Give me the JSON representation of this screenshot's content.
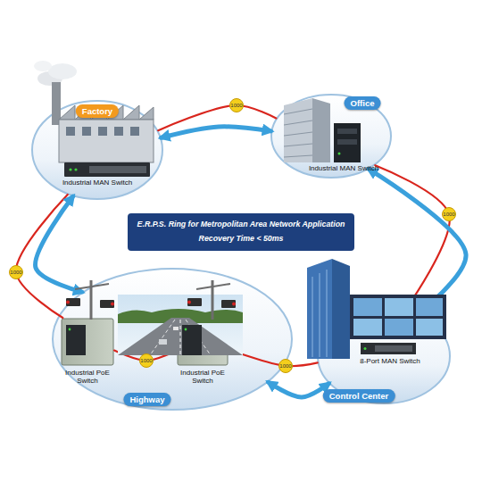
{
  "diagram": {
    "nodes": [
      {
        "text": [
          "Factory",
          "Industrial MAN Switch"
        ]
      },
      {
        "text": [
          "Office",
          "Industrial MAN Switch"
        ]
      },
      {
        "text": [
          "E.R.P.S. Ring for Metropolitan Area Network Application",
          "Recovery Time < 50ms"
        ]
      },
      {
        "text": [
          "Highway"
        ]
      },
      {
        "text": [
          "Industrial PoE Switch"
        ],
        "in": 3
      },
      {
        "text": [
          "Industrial PoE Switch"
        ],
        "in": 3
      },
      {
        "text": [
          "Control Center",
          "8-Port MAN Switch"
        ]
      }
    ],
    "edges": [
      {
        "from": 0,
        "to": 1,
        "label": "1000",
        "arrow": "none"
      },
      {
        "from": 0,
        "to": 1,
        "arrow": "both"
      },
      {
        "from": 1,
        "to": 6,
        "label": "1000",
        "arrow": "none"
      },
      {
        "from": 1,
        "to": 6,
        "arrow": "both"
      },
      {
        "from": 6,
        "to": 5,
        "label": "1000",
        "arrow": "none"
      },
      {
        "from": 6,
        "to": 3,
        "arrow": "both"
      },
      {
        "from": 5,
        "to": 4,
        "label": "1000",
        "arrow": "none"
      },
      {
        "from": 4,
        "to": 0,
        "label": "1000",
        "arrow": "none"
      },
      {
        "from": 3,
        "to": 0,
        "arrow": "both"
      }
    ]
  }
}
